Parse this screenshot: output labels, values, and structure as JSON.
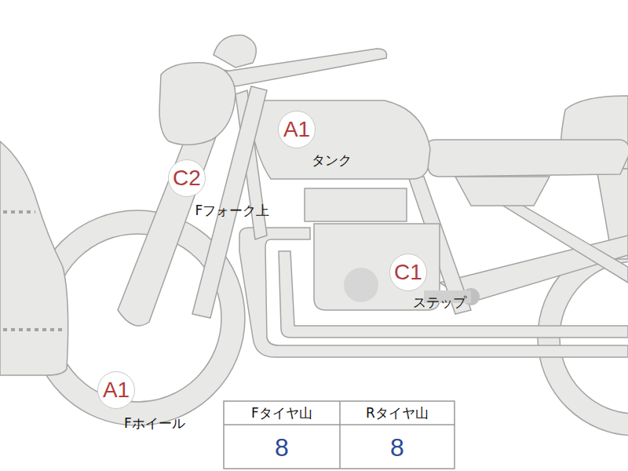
{
  "diagram": {
    "nodes": [
      {
        "text": [
          "A1",
          "タンク"
        ]
      },
      {
        "text": [
          "C2",
          "Fフォーク上"
        ]
      },
      {
        "text": [
          "C1",
          "ステップ"
        ]
      },
      {
        "text": [
          "A1",
          "Fホイール"
        ]
      }
    ],
    "labels": [
      "Fタイヤ山",
      "Rタイヤ山",
      "8",
      "8"
    ]
  }
}
